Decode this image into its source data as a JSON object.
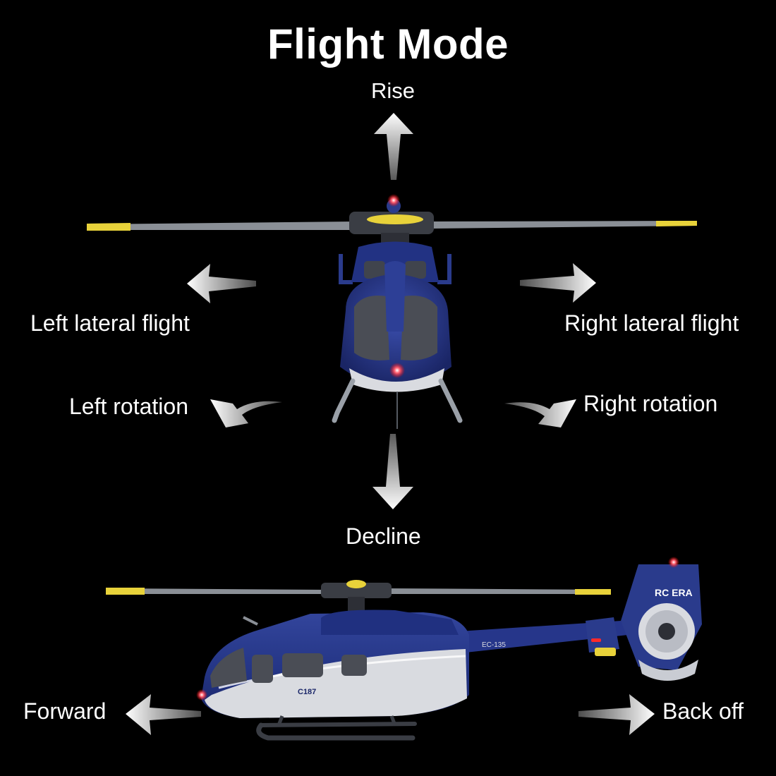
{
  "title": "Flight Mode",
  "modes": {
    "rise": "Rise",
    "decline": "Decline",
    "left_lateral": "Left lateral flight",
    "right_lateral": "Right lateral flight",
    "left_rotation": "Left rotation",
    "right_rotation": "Right rotation",
    "forward": "Forward",
    "back_off": "Back off"
  },
  "helicopter": {
    "tail_text": "RC ERA",
    "boom_text": "EC-135",
    "model_text": "C187",
    "colors": {
      "body": "#2a3b8c",
      "body_dark": "#15205a",
      "blade": "#8a8f96",
      "blade_tip": "#e8d23a",
      "belly": "#d9dbe0"
    }
  }
}
